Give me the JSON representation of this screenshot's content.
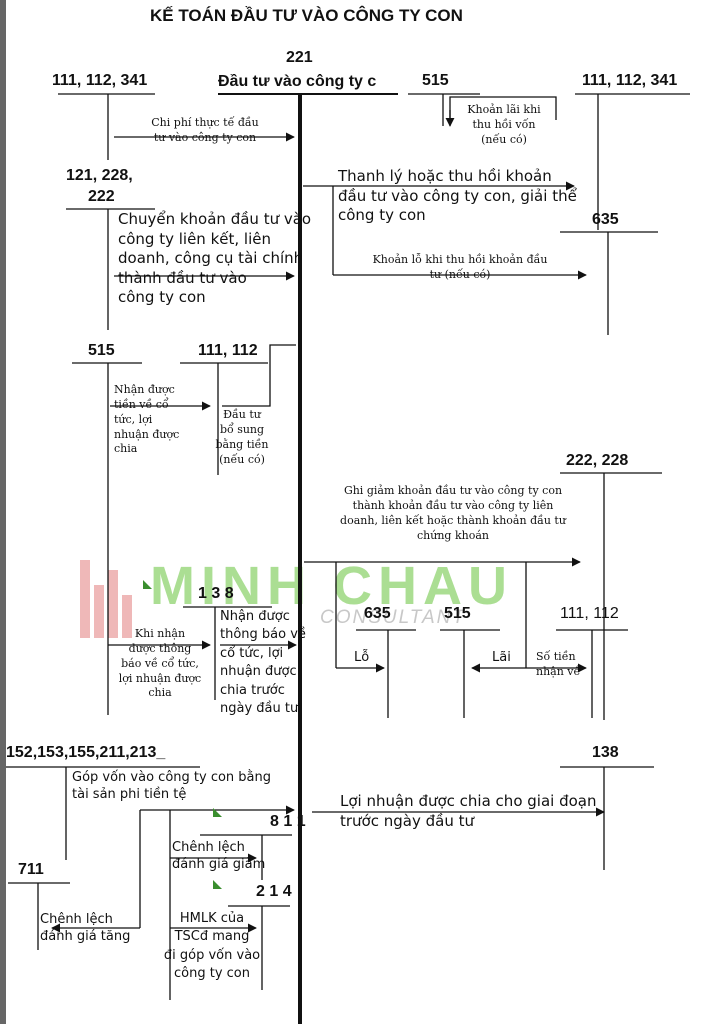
{
  "title": "KẾ TOÁN ĐẦU TƯ VÀO CÔNG TY CON",
  "center_account": {
    "code": "221",
    "name": "Đầu tư vào công ty c"
  },
  "accounts": {
    "a111_left": "111, 112, 341",
    "a515_top": "515",
    "a111_right": "111, 112, 341",
    "a121_line1": "121, 228,",
    "a121_line2": "222",
    "a635_top": "635",
    "a515_mid": "515",
    "a111_mid": "111, 112",
    "a222_228": "222, 228",
    "a138": "1 3 8",
    "a635_low": "635",
    "a515_low": "515",
    "a111_low": "111, 112",
    "a152": "152,153,155,211,213_",
    "a138_right": "138",
    "a811": "8 1 1",
    "a711": "711",
    "a214": "2 1 4"
  },
  "labels": {
    "chi_phi": "Chi phí thực tế đầu\ntư vào công ty con",
    "khoan_lai": "Khoản lãi khi\nthu hồi vốn\n(nếu có)",
    "thanh_ly": "Thanh lý hoặc thu hồi khoản\nđầu tư vào công ty con, giải thể\ncông ty con",
    "chuyen_khoan": "Chuyển khoản đầu tư vào\ncông ty liên kết, liên\ndoanh, công cụ tài chính\nthành đầu tư vào\n công ty con",
    "khoan_lo": "Khoản lỗ khi thu hồi khoản đầu\ntư (nếu có)",
    "nhan_duoc_tien": "Nhận được\ntiền về cổ\ntức, lợi\nnhuận được\nchia",
    "dau_tu_bo_sung": "Đầu tư\nbổ sung\nbằng tiền\n(nếu có)",
    "ghi_giam": "Ghi giảm khoản đầu tư vào công ty con\nthành khoản đầu tư vào công ty liên\ndoanh, liên kết hoặc thành khoản đầu tư\nchứng khoán",
    "khi_nhan": "Khi nhận\nđược thông\nbáo về cổ tức,\nlợi nhuận được\nchia",
    "nhan_thong_bao": "Nhận được\nthông báo về\ncổ tức, lợi\nnhuận được\nchia trước\nngày đầu tư",
    "lo": "Lỗ",
    "lai": "Lãi",
    "so_tien": "Số tiền\nnhận về",
    "gop_von": "Góp vốn vào công ty con bằng\ntài sản phi tiền tệ",
    "loi_nhuan": "Lợi nhuận được chia cho giai đoạn\ntrước ngày đầu tư",
    "chenh_lech_giam": "Chênh lệch\nđánh giá giảm",
    "chenh_lech_tang": "Chênh lệch\nđánh giá tăng",
    "hmlk": "HMLK của\nTSCđ mang\nđi góp vốn vào\ncông ty con"
  },
  "watermark": {
    "main": "MINH CHAU",
    "sub": "CONSULTANT",
    "color": "#8fd36f"
  }
}
